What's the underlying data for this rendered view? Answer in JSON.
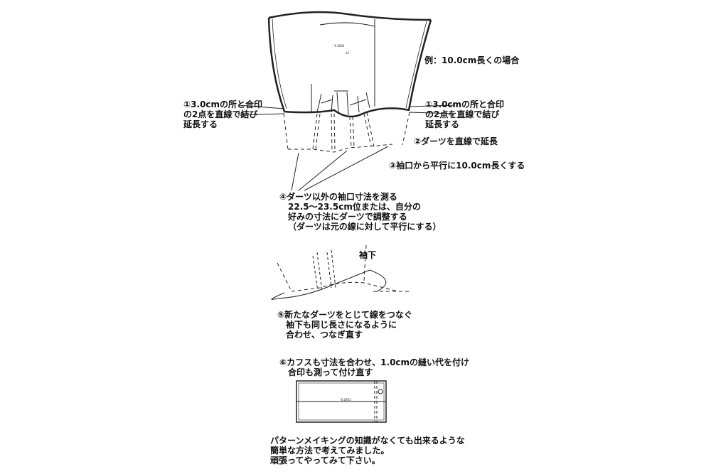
{
  "example_label": "例：10.0cm長くの場合",
  "step1_left": [
    "①3.0cmの所と合印",
    "の2点を直線で結び",
    "延長する"
  ],
  "step1_right": [
    "①3.0cmの所と合印",
    "の2点を直線で結び",
    "延長する"
  ],
  "step2": "②ダーツを直線で延長",
  "step3": "③袖口から平行に10.0cm長くする",
  "step4": [
    "④ダーツ以外の袖口寸法を測る",
    "22.5～23.5cm位または、自分の",
    "好みの寸法にダーツで調整する",
    "（ダーツは元の線に対して平行にする）"
  ],
  "underarm_label": "袖下",
  "step5": [
    "⑤新たなダーツをとじて線をつなぐ",
    "袖下も同じ長さになるように",
    "合わせ、つなぎ直す"
  ],
  "step6": [
    "⑥カフスも寸法を合わせ、1.0cmの縫い代を付け",
    "合印も測って付け直す"
  ],
  "closing": [
    "パターンメイキングの知識がなくても出来るような",
    "簡単な方法で考えてみました。",
    "頑張ってやってみて下さい。"
  ],
  "pattern_marks": {
    "code": "-0 2001",
    "count": "x2"
  }
}
